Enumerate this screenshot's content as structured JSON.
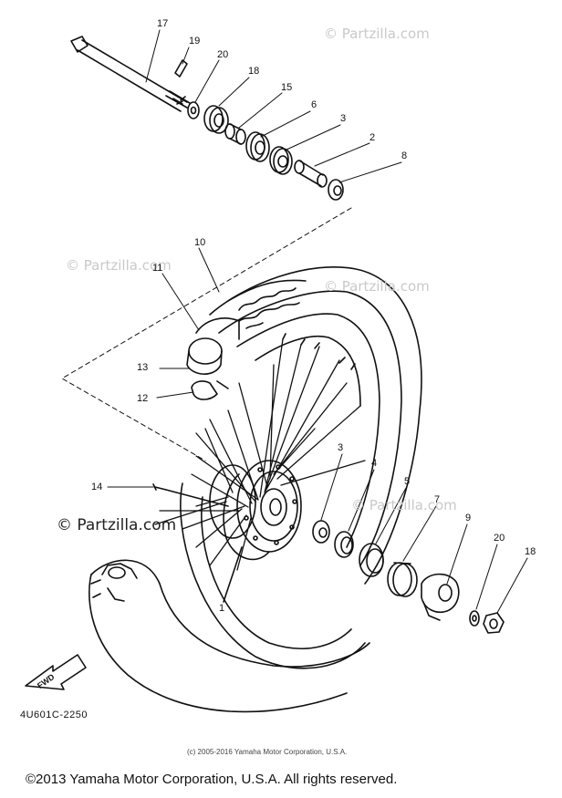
{
  "callouts": [
    {
      "id": "c17",
      "text": "17"
    },
    {
      "id": "c19",
      "text": "19"
    },
    {
      "id": "c20a",
      "text": "20"
    },
    {
      "id": "c18a",
      "text": "18"
    },
    {
      "id": "c15",
      "text": "15"
    },
    {
      "id": "c6",
      "text": "6"
    },
    {
      "id": "c3a",
      "text": "3"
    },
    {
      "id": "c2",
      "text": "2"
    },
    {
      "id": "c8",
      "text": "8"
    },
    {
      "id": "c10",
      "text": "10"
    },
    {
      "id": "c11",
      "text": "11"
    },
    {
      "id": "c13",
      "text": "13"
    },
    {
      "id": "c12",
      "text": "12"
    },
    {
      "id": "c14",
      "text": "14"
    },
    {
      "id": "c3b",
      "text": "3"
    },
    {
      "id": "c4",
      "text": "4"
    },
    {
      "id": "c5",
      "text": "5"
    },
    {
      "id": "c7",
      "text": "7"
    },
    {
      "id": "c9",
      "text": "9"
    },
    {
      "id": "c20b",
      "text": "20"
    },
    {
      "id": "c18b",
      "text": "18"
    },
    {
      "id": "c1",
      "text": "1"
    }
  ],
  "watermark": "© Partzilla.com",
  "watermark_main": "© Partzilla.com",
  "diagram_code": "4U601C-2250",
  "small_copyright": "(c) 2005-2016 Yamaha Motor Corporation, U.S.A.",
  "footer": "©2013 Yamaha Motor Corporation, U.S.A. All rights reserved.",
  "fwd_label": "FWD"
}
